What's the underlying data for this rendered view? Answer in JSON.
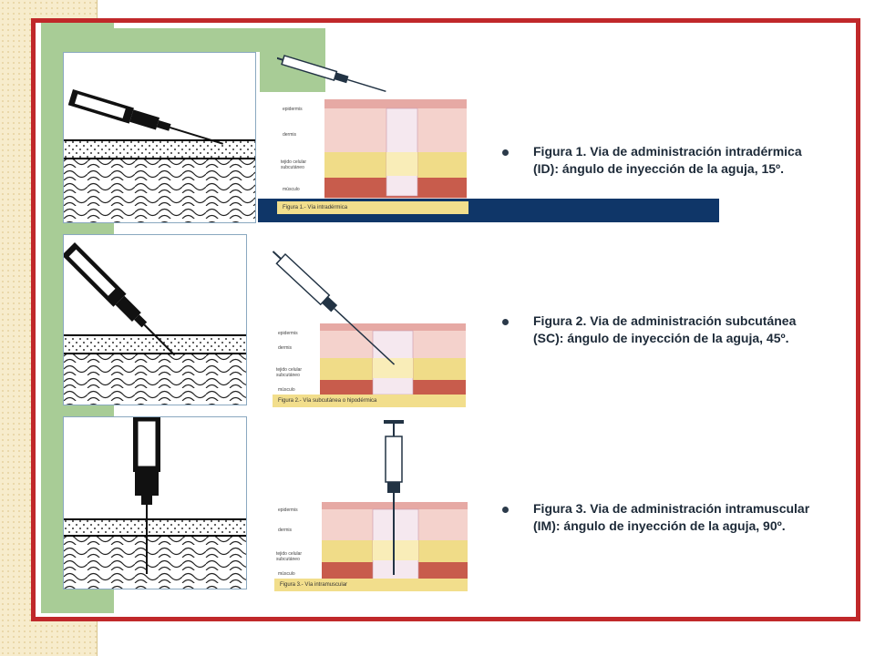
{
  "slide": {
    "items": [
      {
        "figure_caption": "Figura 1.- Vía intradérmica",
        "text": "Figura 1. Via de administración intradérmica (ID): ángulo de inyección de la aguja, 15º."
      },
      {
        "figure_caption": "Figura 2.- Vía subcutánea o hipodérmica",
        "text": "Figura 2. Via de administración subcutánea (SC): ángulo de inyección de la aguja, 45º."
      },
      {
        "figure_caption": "Figura 3.- Vía intramuscular",
        "text": "Figura 3. Via de administración intramuscular (IM): ángulo de inyección de la aguja, 90º."
      }
    ],
    "skin_layers": [
      "epidermis",
      "dermis",
      "tejido celular subcutáneo",
      "músculo"
    ]
  },
  "colors": {
    "frame_border": "#c0282a",
    "green_accent": "#a8cc96",
    "navy_band": "#0f3668",
    "caption_bar": "#f2de8c",
    "bullet": "#2b3a4a"
  }
}
